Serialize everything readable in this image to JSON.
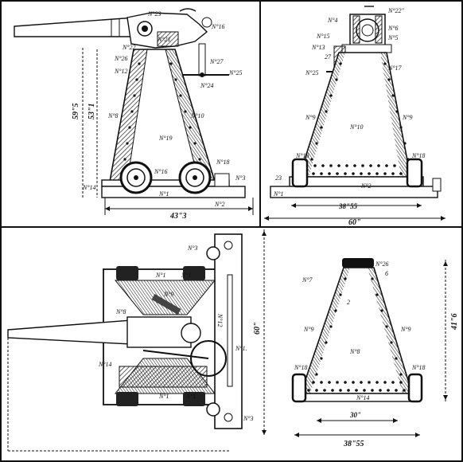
{
  "side_view": {
    "labels": {
      "n23": "N°23",
      "n22": "N°22",
      "n21": "N°21",
      "n16_top": "N°16",
      "n26": "N°26",
      "n12": "N°12",
      "n27": "N°27",
      "n24": "N°24",
      "n25": "N°25",
      "n8": "N°8",
      "n10": "N°10",
      "n19": "N°19",
      "n16": "N°16",
      "n18": "N°18",
      "n14": "N°14",
      "n1": "N°1",
      "n2": "N°2",
      "n3": "N°3"
    },
    "dims": {
      "overall_height": "59\"5",
      "column_height": "53\"1",
      "base_length": "43\"3"
    }
  },
  "front_view": {
    "labels": {
      "n22": "N°22\"",
      "n4": "N°4",
      "n6": "N°6",
      "n15": "N°15",
      "n5": "N°5",
      "n13": "N°13",
      "n27": "27",
      "n17": "N°17",
      "n25": "N°25",
      "n9l": "N°9",
      "n9r": "N°9",
      "n10": "N°10",
      "n18l": "N°18",
      "n18r": "N°18",
      "n23": "23",
      "n1": "N°1",
      "n2": "N°2"
    },
    "dims": {
      "wheel_span": "38\"55",
      "base_width": "60\""
    }
  },
  "plan_view": {
    "labels": {
      "n3_top": "N°3",
      "n1_top": "N°1",
      "n1_top2": "N°1",
      "n9": "N°9",
      "n8": "N°8",
      "n12": "N°12",
      "n1_mid": "N°1.",
      "n14": "N°14",
      "n1_bot": "N°1",
      "n1_bot2": "N°1",
      "n3_bot": "N°3"
    },
    "dims": {
      "width": "60\""
    }
  },
  "rear_view": {
    "labels": {
      "n7": "N°7",
      "n26": "N°26",
      "n6": "6",
      "n2": "2",
      "n9l": "N°9",
      "n9r": "N°9",
      "n8": "N°8",
      "n18l": "N°18",
      "n18r": "N°18",
      "n14": "N°14"
    },
    "dims": {
      "height": "41\"6",
      "track": "30\"",
      "wheel_span": "38\"55"
    }
  }
}
